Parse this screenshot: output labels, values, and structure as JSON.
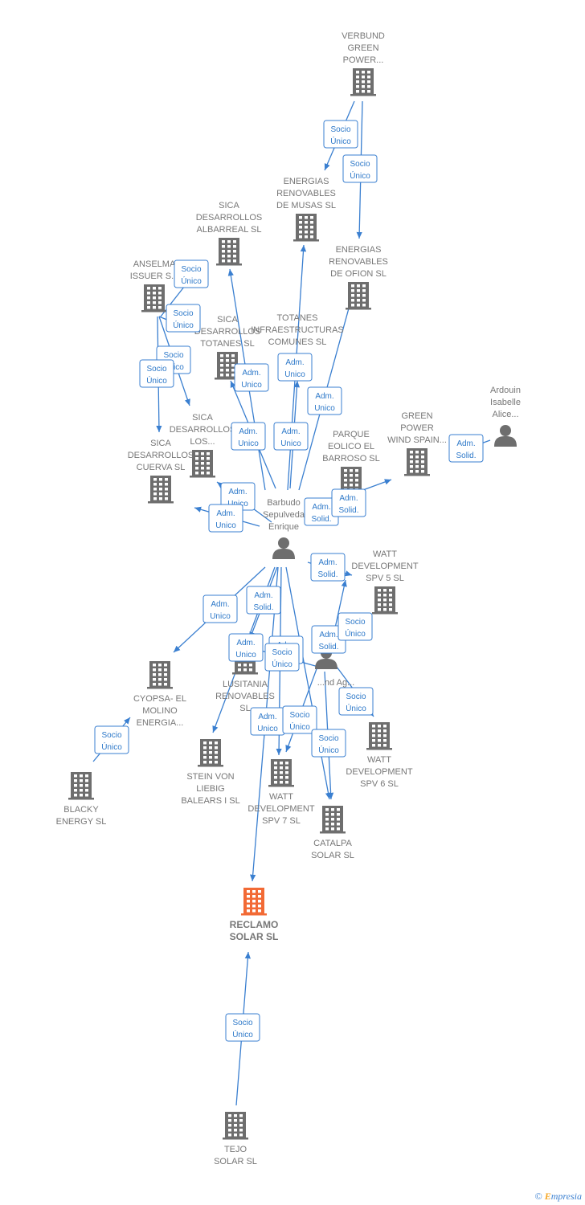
{
  "colors": {
    "company": "#6e6e6e",
    "focus": "#f26a35",
    "person": "#6e6e6e",
    "edge": "#3a7fd0"
  },
  "footer": {
    "copyright": "©",
    "brand_initial": "E",
    "brand_rest": "mpresia"
  },
  "nodes": [
    {
      "id": "verbund",
      "type": "company",
      "lines": [
        "VERBUND",
        "GREEN",
        "POWER..."
      ]
    },
    {
      "id": "musas",
      "type": "company",
      "lines": [
        "ENERGIAS",
        "RENOVABLES",
        "DE MUSAS SL"
      ]
    },
    {
      "id": "ofion",
      "type": "company",
      "lines": [
        "ENERGIAS",
        "RENOVABLES",
        "DE OFION SL"
      ]
    },
    {
      "id": "albarreal",
      "type": "company",
      "lines": [
        "SICA",
        "DESARROLLOS",
        "ALBARREAL SL"
      ]
    },
    {
      "id": "anselma",
      "type": "company",
      "lines": [
        "ANSELMA",
        "ISSUER S..."
      ]
    },
    {
      "id": "totanes",
      "type": "company",
      "lines": [
        "SICA",
        "DESARROLLOS",
        "TOTANES SL"
      ]
    },
    {
      "id": "infra",
      "type": "company",
      "lines": [
        "TOTANES",
        "INFRAESTRUCTURAS",
        "COMUNES SL"
      ]
    },
    {
      "id": "los",
      "type": "company",
      "lines": [
        "SICA",
        "DESARROLLOS",
        "LOS..."
      ]
    },
    {
      "id": "cuerva",
      "type": "company",
      "lines": [
        "SICA",
        "DESARROLLOS",
        "CUERVA SL"
      ]
    },
    {
      "id": "barroso",
      "type": "company",
      "lines": [
        "PARQUE",
        "EOLICO EL",
        "BARROSO SL"
      ]
    },
    {
      "id": "greenwind",
      "type": "company",
      "lines": [
        "GREEN",
        "POWER",
        "WIND SPAIN..."
      ]
    },
    {
      "id": "ardouin",
      "type": "person",
      "lines": [
        "Ardouin",
        "Isabelle",
        "Alice..."
      ]
    },
    {
      "id": "barbudo",
      "type": "person",
      "lines": [
        "Barbudo",
        "Sepulveda",
        "Enrique"
      ]
    },
    {
      "id": "spv5",
      "type": "company",
      "lines": [
        "WATT",
        "DEVELOPMENT",
        "SPV 5 SL"
      ]
    },
    {
      "id": "personag",
      "type": "person",
      "lines": [
        "...nd Ag..."
      ]
    },
    {
      "id": "cyopsa",
      "type": "company",
      "lines": [
        "CYOPSA- EL",
        "MOLINO",
        "ENERGIA..."
      ]
    },
    {
      "id": "lusitania",
      "type": "company",
      "lines": [
        "LUSITANIA",
        "RENOVABLES",
        "SL"
      ]
    },
    {
      "id": "spv6",
      "type": "company",
      "lines": [
        "WATT",
        "DEVELOPMENT",
        "SPV 6 SL"
      ]
    },
    {
      "id": "blacky",
      "type": "company",
      "lines": [
        "BLACKY",
        "ENERGY SL"
      ]
    },
    {
      "id": "stein",
      "type": "company",
      "lines": [
        "STEIN VON",
        "LIEBIG",
        "BALEARS I SL"
      ]
    },
    {
      "id": "spv7",
      "type": "company",
      "lines": [
        "WATT",
        "DEVELOPMENT",
        "SPV 7 SL"
      ]
    },
    {
      "id": "catalpa",
      "type": "company",
      "lines": [
        "CATALPA",
        "SOLAR SL"
      ]
    },
    {
      "id": "reclamo",
      "type": "focus",
      "lines": [
        "RECLAMO",
        "SOLAR SL"
      ]
    },
    {
      "id": "tejo",
      "type": "company",
      "lines": [
        "TEJO",
        "SOLAR SL"
      ]
    }
  ],
  "edges": [
    {
      "from": "verbund",
      "to": "musas",
      "label": [
        "Socio",
        "Único"
      ]
    },
    {
      "from": "verbund",
      "to": "ofion",
      "label": [
        "Socio",
        "Único"
      ]
    },
    {
      "from": "barbudo",
      "to": "albarreal",
      "label": [
        "Adm.",
        "Unico"
      ]
    },
    {
      "from": "barbudo",
      "to": "musas",
      "label": [
        "Adm.",
        "Unico"
      ]
    },
    {
      "from": "barbudo",
      "to": "ofion",
      "label": [
        "Adm.",
        "Unico"
      ]
    },
    {
      "from": "anselma",
      "to": "albarreal",
      "label": [
        "Socio",
        "Único"
      ]
    },
    {
      "from": "anselma",
      "to": "totanes",
      "label": [
        "Socio",
        "Único"
      ]
    },
    {
      "from": "anselma",
      "to": "los",
      "label": [
        "Socio",
        "Único"
      ]
    },
    {
      "from": "anselma",
      "to": "cuerva",
      "label": [
        "Socio",
        "Único"
      ]
    },
    {
      "from": "barbudo",
      "to": "totanes",
      "label": [
        "Adm.",
        "Unico"
      ]
    },
    {
      "from": "barbudo",
      "to": "infra",
      "label": [
        "Adm.",
        "Unico"
      ]
    },
    {
      "from": "barbudo",
      "to": "los",
      "label": [
        "Adm.",
        "Unico"
      ]
    },
    {
      "from": "barbudo",
      "to": "cuerva",
      "label": [
        "Adm.",
        "Unico"
      ]
    },
    {
      "from": "barbudo",
      "to": "barroso",
      "label": [
        "Adm.",
        "Solid."
      ]
    },
    {
      "from": "barbudo",
      "to": "greenwind",
      "label": [
        "Adm.",
        "Solid."
      ]
    },
    {
      "from": "ardouin",
      "to": "greenwind",
      "label": [
        "Adm.",
        "Solid."
      ]
    },
    {
      "from": "barbudo",
      "to": "spv5",
      "label": [
        "Adm.",
        "Solid."
      ]
    },
    {
      "from": "barbudo",
      "to": "cyopsa",
      "label": [
        "Adm.",
        "Unico"
      ]
    },
    {
      "from": "barbudo",
      "to": "lusitania",
      "label": [
        "Adm.",
        "Solid."
      ]
    },
    {
      "from": "barbudo",
      "to": "stein",
      "label": [
        "Adm.",
        "Unico"
      ]
    },
    {
      "from": "barbudo",
      "to": "reclamo",
      "label": [
        "Adm.",
        "Unico"
      ]
    },
    {
      "from": "barbudo",
      "to": "spv7",
      "label": [
        "Adm.",
        "Solid."
      ]
    },
    {
      "from": "barbudo",
      "to": "catalpa",
      "label": [
        "Adm.",
        "Solid."
      ]
    },
    {
      "from": "personag",
      "to": "spv5",
      "label": [
        "Socio",
        "Único"
      ]
    },
    {
      "from": "personag",
      "to": "spv6",
      "label": [
        "Socio",
        "Único"
      ]
    },
    {
      "from": "personag",
      "to": "spv7",
      "label": [
        "Socio",
        "Único"
      ]
    },
    {
      "from": "personag",
      "to": "catalpa",
      "label": [
        "Socio",
        "Único"
      ]
    },
    {
      "from": "personag",
      "to": "lusitania",
      "label": [
        "Socio",
        "Único"
      ]
    },
    {
      "from": "blacky",
      "to": "cyopsa",
      "label": [
        "Socio",
        "Único"
      ]
    },
    {
      "from": "tejo",
      "to": "reclamo",
      "label": [
        "Socio",
        "Único"
      ]
    }
  ]
}
